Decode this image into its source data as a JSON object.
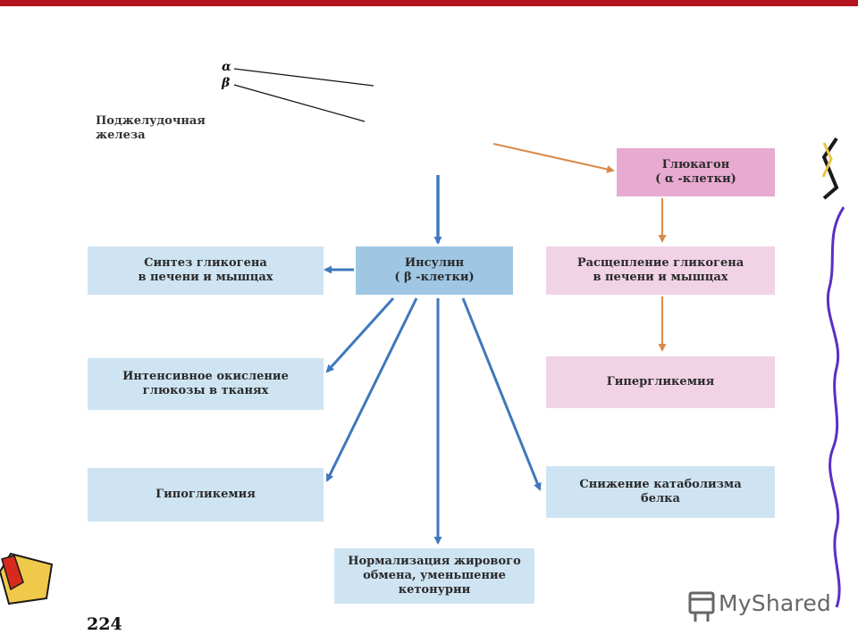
{
  "figure": {
    "organ_label_line1": "Поджелудочная",
    "organ_label_line2": "железа",
    "alpha": "α",
    "beta": "β",
    "glucagon": {
      "line1": "Глюкагон",
      "line2": "( α -клетки)"
    },
    "insulin": {
      "line1": "Инсулин",
      "line2": "( β -клетки)"
    },
    "insulin_effects": [
      {
        "line1": "Синтез гликогена",
        "line2": "в печени и мышцах"
      },
      {
        "line1": "Интенсивное окисление",
        "line2": "глюкозы в тканях"
      },
      {
        "line1": "Гипогликемия",
        "line2": ""
      },
      {
        "line1": "Нормализация жирового",
        "line2": "обмена, уменьшение",
        "line3": "кетонурии"
      },
      {
        "line1": "Снижение катаболизма",
        "line2": "белка"
      }
    ],
    "glucagon_effects": [
      {
        "line1": "Расщепление гликогена",
        "line2": "в печени и мышцах"
      },
      {
        "line1": "Гипергликемия",
        "line2": ""
      }
    ],
    "page_number": "224"
  },
  "watermark": {
    "text": "MyShared",
    "icon": "projector-screen-icon"
  },
  "colors": {
    "top_bar": "#b3121e",
    "blue_box": "#cfe4f3",
    "insulin_box": "#9fc7e4",
    "pink_box": "#f2d3e6",
    "glucagon_box": "#e8aad0",
    "blue_arrow": "#3f78bd",
    "orange_arrow": "#d98a4a",
    "decor_purple": "#5a2fc4"
  }
}
